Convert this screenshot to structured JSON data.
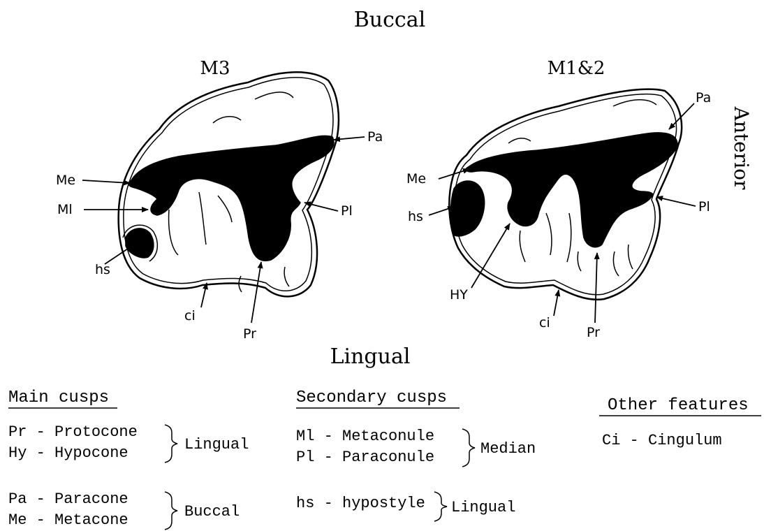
{
  "orientation": {
    "top": "Buccal",
    "bottom": "Lingual",
    "side": "Anterior"
  },
  "teeth": [
    {
      "title": "M3",
      "labels": {
        "pa": "Pa",
        "me": "Me",
        "ml": "Ml",
        "pl": "Pl",
        "hs": "hs",
        "ci": "ci",
        "pr": "Pr"
      }
    },
    {
      "title": "M1&2",
      "labels": {
        "pa": "Pa",
        "me": "Me",
        "hs": "hs",
        "pl": "Pl",
        "hy": "HY",
        "ci": "ci",
        "pr": "Pr"
      }
    }
  ],
  "legend": {
    "main_cusps": {
      "heading": "Main cusps",
      "group1": {
        "lines": [
          "Pr - Protocone",
          "Hy - Hypocone"
        ],
        "brace_label": "Lingual"
      },
      "group2": {
        "lines": [
          "Pa - Paracone",
          "Me - Metacone"
        ],
        "brace_label": "Buccal"
      }
    },
    "secondary_cusps": {
      "heading": "Secondary cusps",
      "group1": {
        "lines": [
          "Ml - Metaconule",
          "Pl - Paraconule"
        ],
        "brace_label": "Median"
      },
      "group2": {
        "lines": [
          "hs - hypostyle"
        ],
        "brace_label": "Lingual"
      }
    },
    "other_features": {
      "heading": "Other features",
      "lines": [
        "Ci - Cingulum"
      ]
    }
  }
}
